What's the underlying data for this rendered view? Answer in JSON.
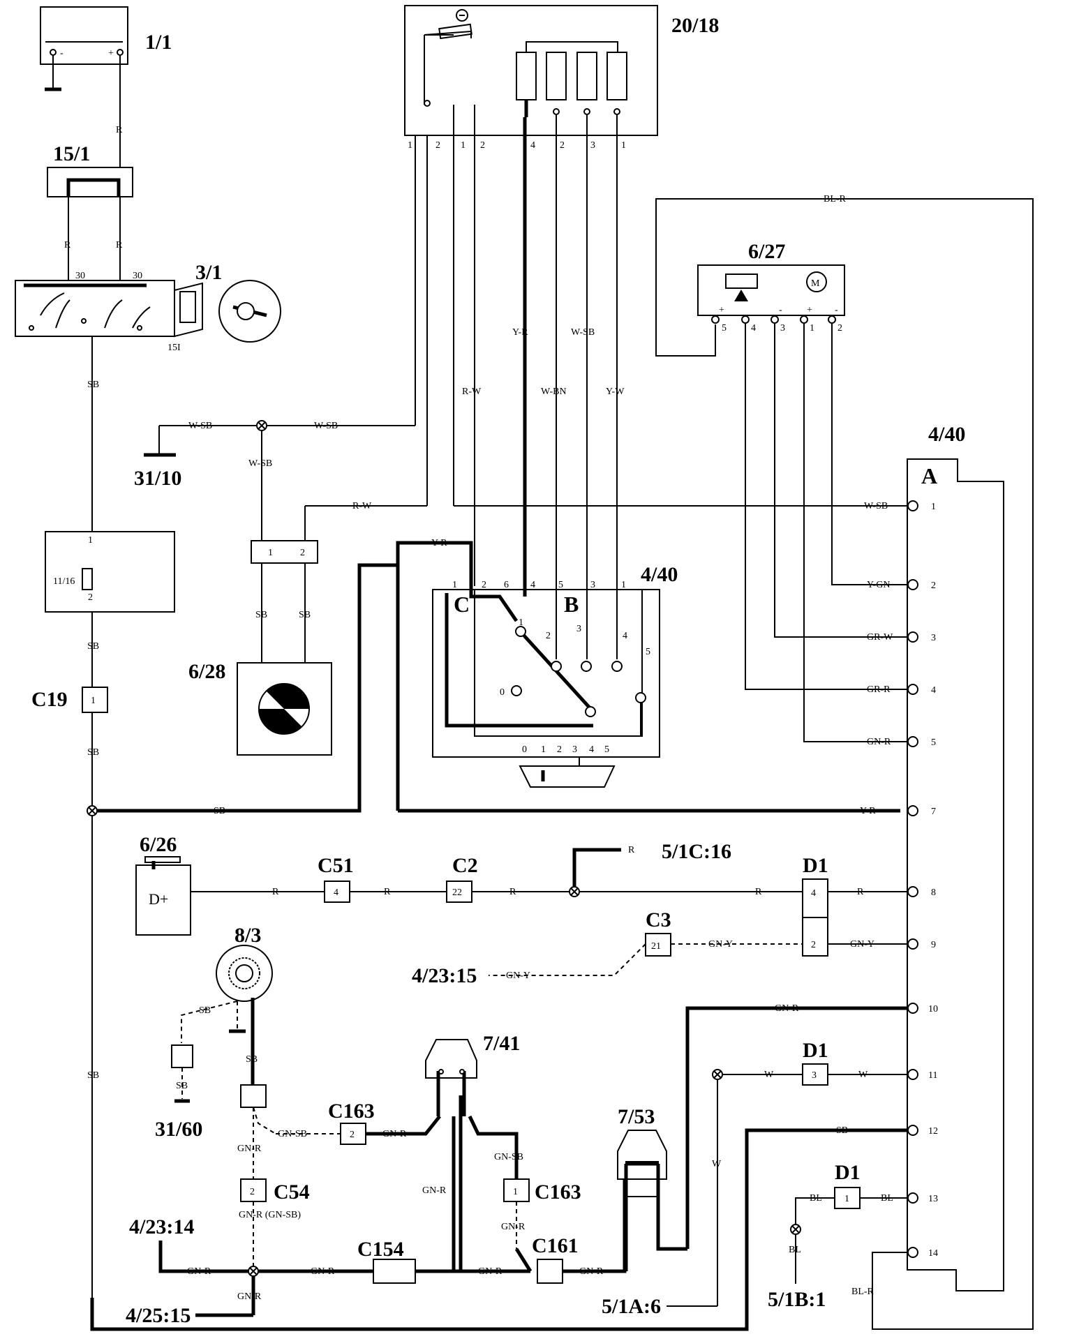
{
  "components": {
    "c_1_1": "1/1",
    "c_15_1": "15/1",
    "c_3_1": "3/1",
    "c_20_18": "20/18",
    "c_6_27": "6/27",
    "c_4_40_a": "4/40",
    "c_4_40_b": "4/40",
    "c_31_10": "31/10",
    "c_6_28": "6/28",
    "c_c19": "C19",
    "c_11_16": "11/16",
    "c_6_26": "6/26",
    "c_c51": "C51",
    "c_c2": "C2",
    "c_5_1c_16": "5/1C:16",
    "c_d1_a": "D1",
    "c_c3": "C3",
    "c_8_3": "8/3",
    "c_4_23_15": "4/23:15",
    "c_7_41": "7/41",
    "c_d1_b": "D1",
    "c_7_53": "7/53",
    "c_c163_a": "C163",
    "c_c163_b": "C163",
    "c_31_60": "31/60",
    "c_c54": "C54",
    "c_d1_c": "D1",
    "c_4_23_14": "4/23:14",
    "c_c154": "C154",
    "c_c161": "C161",
    "c_4_25_15": "4/25:15",
    "c_5_1a_6": "5/1A:6",
    "c_5_1b_1": "5/1B:1",
    "switch_sections": {
      "a": "A",
      "b": "B",
      "c": "C"
    },
    "dplus": "D+",
    "motor": "M"
  },
  "wires": {
    "r": "R",
    "sb": "SB",
    "wsb": "W-SB",
    "rw": "R-W",
    "yr": "Y-R",
    "wbn": "W-BN",
    "yw": "Y-W",
    "blr": "BL-R",
    "ygn": "Y-GN",
    "grw": "GR-W",
    "grr": "GR-R",
    "gnr": "GN-R",
    "gny": "GN-Y",
    "w": "W",
    "bl": "BL",
    "gnsb": "GN-SB",
    "gnr_gnsb": "GN-R (GN-SB)"
  },
  "pins": {
    "n0": "0",
    "n1": "1",
    "n2": "2",
    "n3": "3",
    "n4": "4",
    "n5": "5",
    "n6": "6",
    "n7": "7",
    "n8": "8",
    "n9": "9",
    "n10": "10",
    "n11": "11",
    "n12": "12",
    "n13": "13",
    "n14": "14",
    "n21": "21",
    "n22": "22",
    "n30": "30",
    "n151": "15I",
    "plus": "+",
    "minus": "-"
  }
}
